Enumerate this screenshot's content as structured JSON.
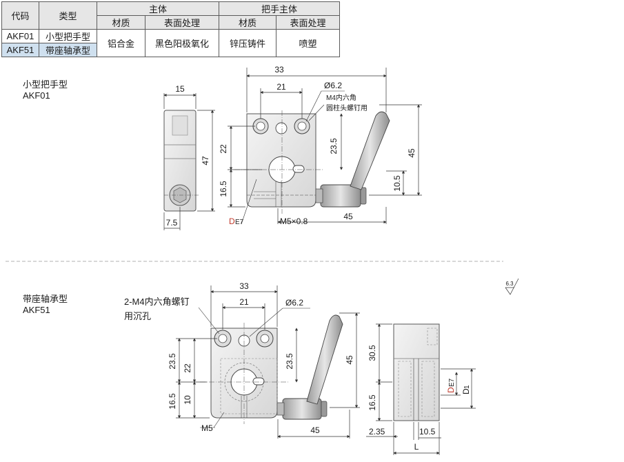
{
  "table": {
    "header": {
      "code": "代码",
      "type": "类型",
      "main_body": "主体",
      "handle_body": "把手主体",
      "material": "材质",
      "surface": "表面处理",
      "material2": "材质",
      "surface2": "表面处理"
    },
    "rows": [
      {
        "code": "AKF01",
        "type": "小型把手型"
      },
      {
        "code": "AKF51",
        "type": "带座轴承型"
      }
    ],
    "shared": {
      "main_material": "铝合金",
      "main_surface": "黑色阳极氧化",
      "handle_material": "锌压铸件",
      "handle_surface": "喷塑"
    }
  },
  "section1": {
    "title_cn": "小型把手型",
    "title_code": "AKF01"
  },
  "section2": {
    "title_cn": "带座轴承型",
    "title_code": "AKF51"
  },
  "dims1": {
    "w15": "15",
    "w33": "33",
    "w21": "21",
    "dia": "Ø6.2",
    "note1": "M4内六角",
    "note2": "圆柱头螺钉用",
    "h22": "22",
    "h23_5": "23.5",
    "h45": "45",
    "h47": "47",
    "h16_5": "16.5",
    "h10_5": "10.5",
    "w7_5": "7.5",
    "de": "D",
    "de_sub": "E7",
    "m5": "M5×0.8",
    "w45": "45"
  },
  "dims2": {
    "w33": "33",
    "w21": "21",
    "dia": "Ø6.2",
    "note1": "2-M4内六角螺钉",
    "note2": "用沉孔",
    "h23_5a": "23.5",
    "h22": "22",
    "h23_5b": "23.5",
    "h45": "45",
    "h16_5": "16.5",
    "h10": "10",
    "m5": "M5",
    "w45": "45",
    "h30_5": "30.5",
    "h16_5r": "16.5",
    "de": "D",
    "de_sub": "E7",
    "d1": "D",
    "d1_sub": "1",
    "w2_35": "2.35",
    "w10_5": "10.5",
    "wl": "L"
  },
  "roughness": "6.3"
}
